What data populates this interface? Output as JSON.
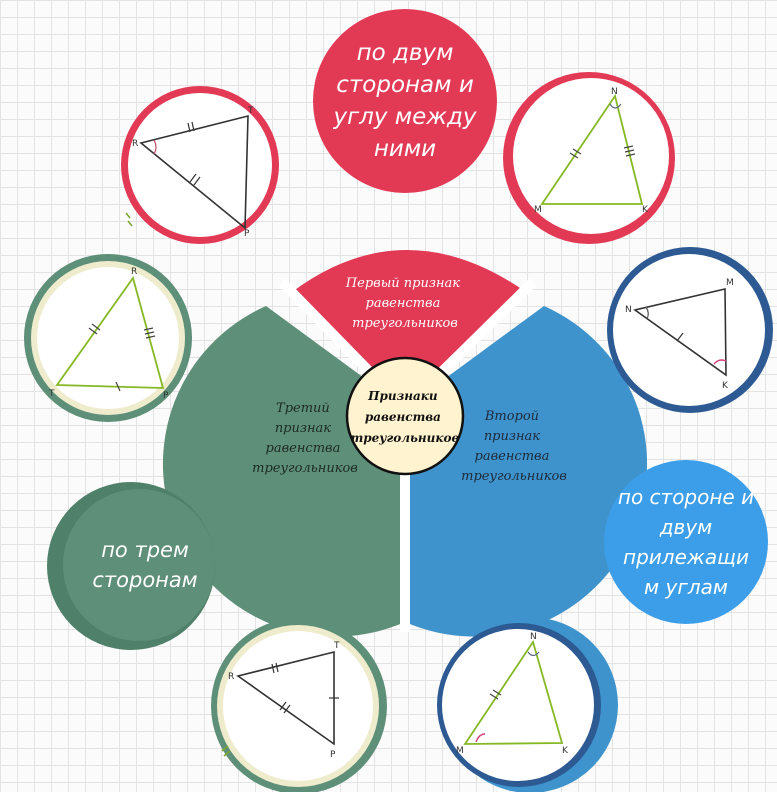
{
  "bubbles": {
    "sas_text": "по двум сторонам и углу между ними",
    "asa_text": "по стороне и двум прилежащи м углам",
    "sss_text": "по трем сторонам"
  },
  "sectors": {
    "first": [
      "Первый признак",
      "равенства",
      "треугольников"
    ],
    "second": [
      "Второй",
      "признак",
      "равенства",
      "треугольников"
    ],
    "third": [
      "Третий",
      "признак",
      "равенства",
      "треугольников"
    ]
  },
  "center": [
    "Признаки",
    "равенства",
    "треугольников"
  ],
  "vertex_labels": {
    "t1": [
      "R",
      "T",
      "P"
    ],
    "t2": [
      "N",
      "M",
      "K"
    ],
    "t3": [
      "R",
      "T",
      "P"
    ],
    "t4": [
      "N",
      "M",
      "K"
    ],
    "t5": [
      "R",
      "T",
      "P"
    ],
    "t6": [
      "N",
      "M",
      "K"
    ]
  },
  "colors": {
    "red": "#e23a55",
    "blue": "#3f93cc",
    "green": "#5e8f78",
    "navy": "#2d5a93",
    "center_fill": "#fff4cf",
    "triangle_green": "#86b825"
  }
}
